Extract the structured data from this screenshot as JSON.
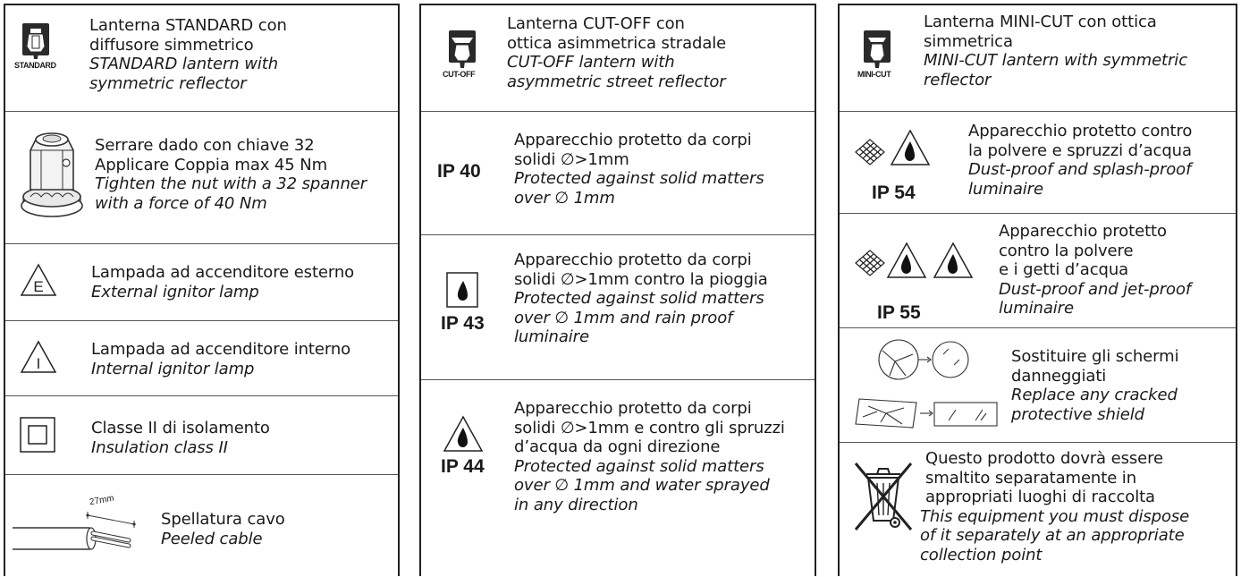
{
  "col1": {
    "standard": {
      "it1": "Lanterna STANDARD con",
      "it2": "diffusore simmetrico",
      "en1": "STANDARD lantern with",
      "en2": "symmetric reflector",
      "icon_caption": "STANDARD"
    },
    "nut": {
      "it1": "Serrare dado con chiave 32",
      "it2": "Applicare Coppia max 45 Nm",
      "en1": "Tighten the nut with a 32 spanner",
      "en2": "with a force of 40 Nm"
    },
    "ext_ignitor": {
      "symbol": "E",
      "it": "Lampada ad accenditore esterno",
      "en": "External ignitor lamp"
    },
    "int_ignitor": {
      "symbol": "I",
      "it": "Lampada ad accenditore interno",
      "en": "Internal ignitor lamp"
    },
    "class2": {
      "it": "Classe II di isolamento",
      "en": "Insulation class II"
    },
    "cable": {
      "dim": "27mm",
      "it": "Spellatura cavo",
      "en": "Peeled cable"
    }
  },
  "col2": {
    "cutoff": {
      "it1": "Lanterna CUT-OFF con",
      "it2": "ottica asimmetrica stradale",
      "en1": "CUT-OFF lantern with",
      "en2": "asymmetric street reflector",
      "icon_caption": "CUT-OFF"
    },
    "ip40": {
      "label": "IP 40",
      "it1": "Apparecchio protetto da corpi",
      "it2": "solidi ∅>1mm",
      "en1": "Protected against solid matters",
      "en2": "over ∅ 1mm"
    },
    "ip43": {
      "label": "IP 43",
      "it1": "Apparecchio protetto da corpi",
      "it2": "solidi ∅>1mm contro la pioggia",
      "en1": "Protected against solid matters",
      "en2": "over ∅ 1mm and rain proof",
      "en3": "luminaire"
    },
    "ip44": {
      "label": "IP 44",
      "it1": "Apparecchio protetto da corpi",
      "it2": "solidi ∅>1mm e contro gli spruzzi",
      "it3": "d’acqua da ogni direzione",
      "en1": "Protected against solid matters",
      "en2": "over ∅ 1mm and water sprayed",
      "en3": "in any direction"
    }
  },
  "col3": {
    "minicut": {
      "it1": "Lanterna MINI-CUT con ottica",
      "it2": "simmetrica",
      "en1": "MINI-CUT lantern with symmetric",
      "en2": "reflector",
      "icon_caption": "MINI-CUT"
    },
    "ip54": {
      "label": "IP 54",
      "it1": "Apparecchio protetto contro",
      "it2": "la polvere e spruzzi d’acqua",
      "en1": "Dust-proof and splash-proof",
      "en2": "luminaire"
    },
    "ip55": {
      "label": "IP 55",
      "it1": "Apparecchio protetto",
      "it2": "contro la polvere",
      "it3": "e i getti d’acqua",
      "en1": "Dust-proof and jet-proof",
      "en2": "luminaire"
    },
    "shield": {
      "it1": "Sostituire gli schermi",
      "it2": "danneggiati",
      "en1": "Replace any cracked",
      "en2": "protective shield"
    },
    "weee": {
      "it1": "Questo prodotto dovrà essere",
      "it2": "smaltito separatamente in",
      "it3": "appropriati luoghi di raccolta",
      "en1": "This equipment you must dispose",
      "en2": "of it separately at an appropriate",
      "en3": "collection point"
    }
  }
}
